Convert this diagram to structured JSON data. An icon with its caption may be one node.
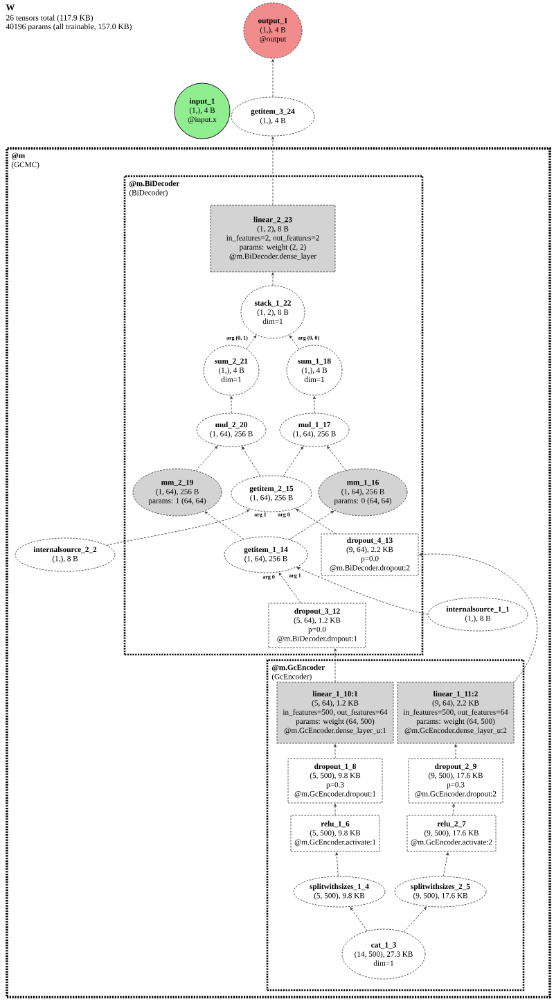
{
  "diagram": {
    "title": "W",
    "labels": [
      "26 tensors total (117.9 KB)",
      "40196 params (all trainable, 157.0 KB)"
    ],
    "nodes": [
      {
        "text": [
          "output_1",
          "(1,), 4 B",
          "@output"
        ]
      },
      {
        "text": [
          "input_1",
          "(1,), 4 B",
          "@input.x"
        ]
      },
      {
        "text": [
          "getitem_3_24",
          "(1,), 4 B"
        ]
      },
      {
        "text": [
          "@m",
          "(GCMC)"
        ]
      },
      {
        "text": [
          "@m.BiDecoder",
          "(BiDecoder)"
        ],
        "in": 3
      },
      {
        "text": [
          "linear_2_23",
          "(1, 2), 8 B",
          "in_features=2, out_features=2",
          "params: weight (2, 2)",
          "@m.BiDecoder.dense_layer"
        ],
        "in": 4
      },
      {
        "text": [
          "stack_1_22",
          "(1, 2), 8 B",
          "dim=1"
        ],
        "in": 4
      },
      {
        "text": [
          "sum_2_21",
          "(1,), 4 B",
          "dim=1"
        ],
        "in": 4
      },
      {
        "text": [
          "sum_1_18",
          "(1,), 4 B",
          "dim=1"
        ],
        "in": 4
      },
      {
        "text": [
          "mul_2_20",
          "(1, 64), 256 B"
        ],
        "in": 4
      },
      {
        "text": [
          "mul_1_17",
          "(1, 64), 256 B"
        ],
        "in": 4
      },
      {
        "text": [
          "mm_2_19",
          "(1, 64), 256 B",
          "params: 1 (64, 64)"
        ],
        "in": 4
      },
      {
        "text": [
          "getitem_2_15",
          "(1, 64), 256 B"
        ],
        "in": 4
      },
      {
        "text": [
          "mm_1_16",
          "(1, 64), 256 B",
          "params: 0 (64, 64)"
        ],
        "in": 4
      },
      {
        "text": [
          "internalsource_2_2",
          "(1,), 8 B"
        ],
        "in": 3
      },
      {
        "text": [
          "getitem_1_14",
          "(1, 64), 256 B"
        ],
        "in": 4
      },
      {
        "text": [
          "dropout_4_13",
          "(9, 64), 2.2 KB",
          "p=0.0",
          "@m.BiDecoder.dropout:2"
        ],
        "in": 4
      },
      {
        "text": [
          "internalsource_1_1",
          "(1,), 8 B"
        ],
        "in": 3
      },
      {
        "text": [
          "dropout_3_12",
          "(5, 64), 1.2 KB",
          "p=0.0",
          "@m.BiDecoder.dropout:1"
        ],
        "in": 4
      },
      {
        "text": [
          "@m.GcEncoder",
          "(GcEncoder)"
        ],
        "in": 3
      },
      {
        "text": [
          "linear_1_10:1",
          "(5, 64), 1.2 KB",
          "in_features=500, out_features=64",
          "params: weight (64, 500)",
          "@m.GcEncoder.dense_layer_u:1"
        ],
        "in": 19
      },
      {
        "text": [
          "linear_1_11:2",
          "(9, 64), 2.2 KB",
          "in_features=500, out_features=64",
          "params: weight (64, 500)",
          "@m.GcEncoder.dense_layer_u:2"
        ],
        "in": 19
      },
      {
        "text": [
          "dropout_1_8",
          "(5, 500), 9.8 KB",
          "p=0.3",
          "@m.GcEncoder.dropout:1"
        ],
        "in": 19
      },
      {
        "text": [
          "dropout_2_9",
          "(9, 500), 17.6 KB",
          "p=0.3",
          "@m.GcEncoder.dropout:2"
        ],
        "in": 19
      },
      {
        "text": [
          "relu_1_6",
          "(5, 500), 9.8 KB",
          "@m.GcEncoder.activate:1"
        ],
        "in": 19
      },
      {
        "text": [
          "relu_2_7",
          "(9, 500), 17.6 KB",
          "@m.GcEncoder.activate:2"
        ],
        "in": 19
      },
      {
        "text": [
          "splitwithsizes_1_4",
          "(5, 500), 9.8 KB"
        ],
        "in": 19
      },
      {
        "text": [
          "splitwithsizes_2_5",
          "(9, 500), 17.6 KB"
        ],
        "in": 19
      },
      {
        "text": [
          "cat_1_3",
          "(14, 500), 27.3 KB",
          "dim=1"
        ],
        "in": 19
      }
    ],
    "edges": [
      {
        "from": 28,
        "to": 26,
        "arrow": "to"
      },
      {
        "from": 28,
        "to": 27,
        "arrow": "to"
      },
      {
        "from": 26,
        "to": 24,
        "arrow": "to"
      },
      {
        "from": 27,
        "to": 25,
        "arrow": "to"
      },
      {
        "from": 24,
        "to": 22,
        "arrow": "to"
      },
      {
        "from": 25,
        "to": 23,
        "arrow": "to"
      },
      {
        "from": 22,
        "to": 20,
        "arrow": "to"
      },
      {
        "from": 23,
        "to": 21,
        "arrow": "to"
      },
      {
        "from": 20,
        "to": 18,
        "arrow": "to"
      },
      {
        "from": 21,
        "to": 16,
        "arrow": "to"
      },
      {
        "from": 18,
        "to": 15,
        "arrow": "to",
        "label": "arg 0"
      },
      {
        "from": 17,
        "to": 15,
        "arrow": "to",
        "label": "arg 1"
      },
      {
        "from": 16,
        "to": 12,
        "arrow": "to",
        "label": "arg 0"
      },
      {
        "from": 14,
        "to": 12,
        "arrow": "to",
        "label": "arg 1"
      },
      {
        "from": 15,
        "to": 13,
        "arrow": "to"
      },
      {
        "from": 15,
        "to": 11,
        "arrow": "to"
      },
      {
        "from": 13,
        "to": 10,
        "arrow": "to"
      },
      {
        "from": 11,
        "to": 9,
        "arrow": "to"
      },
      {
        "from": 12,
        "to": 10,
        "arrow": "to"
      },
      {
        "from": 12,
        "to": 9,
        "arrow": "to"
      },
      {
        "from": 10,
        "to": 8,
        "arrow": "to"
      },
      {
        "from": 9,
        "to": 7,
        "arrow": "to"
      },
      {
        "from": 8,
        "to": 6,
        "arrow": "to",
        "label": "arg (0, 0)"
      },
      {
        "from": 7,
        "to": 6,
        "arrow": "to",
        "label": "arg (0, 1)"
      },
      {
        "from": 6,
        "to": 5,
        "arrow": "to"
      },
      {
        "from": 5,
        "to": 2,
        "arrow": "to"
      },
      {
        "from": 2,
        "to": 0,
        "arrow": "to"
      }
    ]
  }
}
